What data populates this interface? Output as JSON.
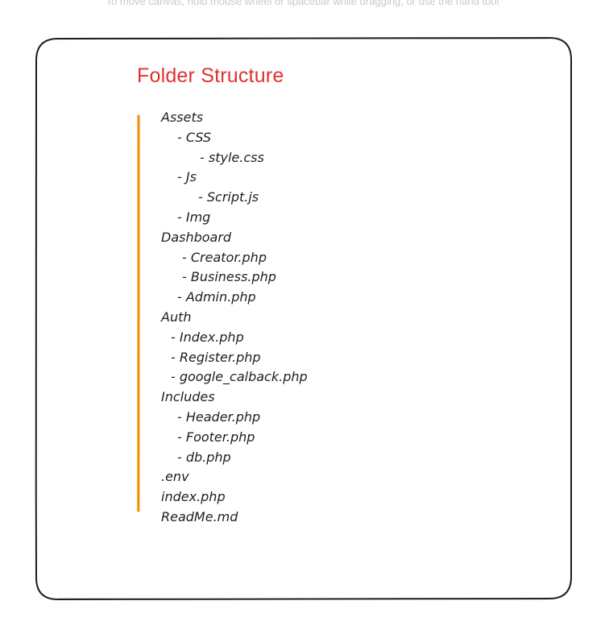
{
  "canvas": {
    "hint_text": "To move canvas, hold mouse wheel or spacebar while dragging, or use the hand tool"
  },
  "card": {
    "title": "Folder Structure",
    "accent_color": "#e03131",
    "bar_color": "#f08c00"
  },
  "tree": [
    {
      "label": "Assets",
      "level": "root"
    },
    {
      "label": "- CSS",
      "level": "i1"
    },
    {
      "label": "- style.css",
      "level": "i2"
    },
    {
      "label": "- Js",
      "level": "i1"
    },
    {
      "label": "- Script.js",
      "level": "i2b"
    },
    {
      "label": "- Img",
      "level": "i1"
    },
    {
      "label": "Dashboard",
      "level": "root"
    },
    {
      "label": "- Creator.php",
      "level": "i1c"
    },
    {
      "label": "- Business.php",
      "level": "i1c"
    },
    {
      "label": "- Admin.php",
      "level": "i1"
    },
    {
      "label": "Auth",
      "level": "root"
    },
    {
      "label": "- Index.php",
      "level": "i1b"
    },
    {
      "label": "- Register.php",
      "level": "i1b"
    },
    {
      "label": "- google_calback.php",
      "level": "i1b"
    },
    {
      "label": "Includes",
      "level": "root"
    },
    {
      "label": "- Header.php",
      "level": "i1"
    },
    {
      "label": "- Footer.php",
      "level": "i1"
    },
    {
      "label": "- db.php",
      "level": "i1"
    },
    {
      "label": ".env",
      "level": "root"
    },
    {
      "label": "index.php",
      "level": "root"
    },
    {
      "label": "ReadMe.md",
      "level": "root"
    }
  ]
}
